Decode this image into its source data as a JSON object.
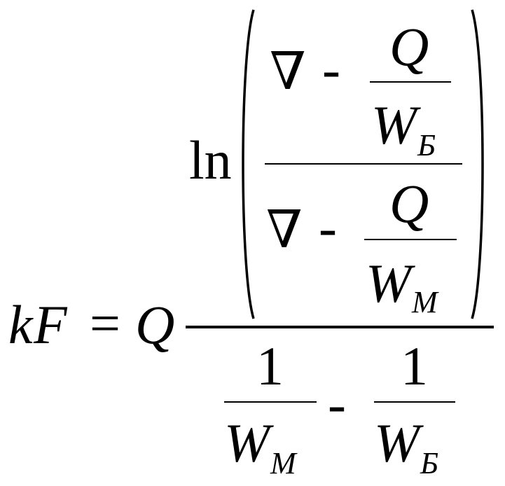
{
  "formula": {
    "lhs": {
      "k": "k",
      "F": "F",
      "equals": "=",
      "Q": "Q"
    },
    "numerator": {
      "ln": "ln",
      "upper": {
        "nabla": "∇",
        "minus": "-",
        "num": "Q",
        "den_var": "W",
        "den_sub": "Б"
      },
      "lower": {
        "nabla": "∇",
        "minus": "-",
        "num": "Q",
        "den_var": "W",
        "den_sub": "M"
      }
    },
    "denominator": {
      "left": {
        "num": "1",
        "den_var": "W",
        "den_sub": "M"
      },
      "minus": "-",
      "right": {
        "num": "1",
        "den_var": "W",
        "den_sub": "Б"
      }
    }
  }
}
